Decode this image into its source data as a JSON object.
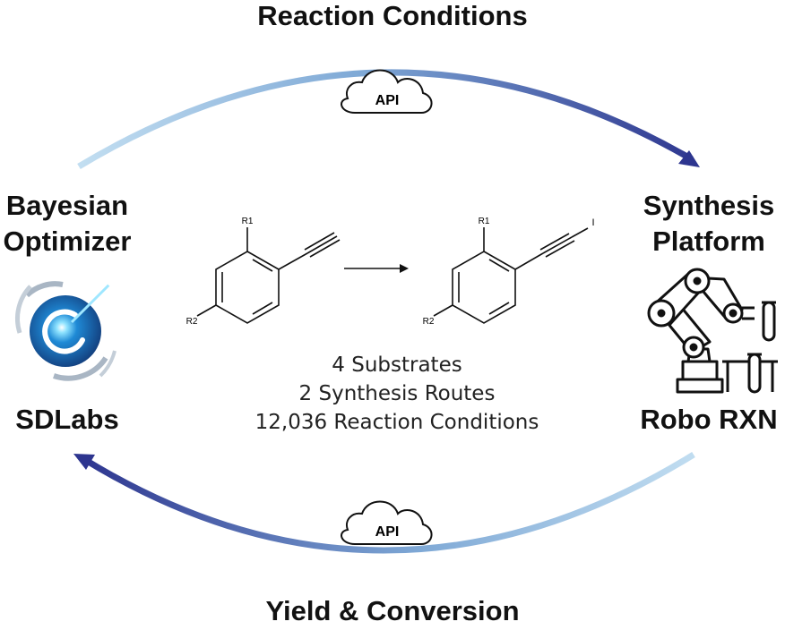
{
  "title_top": "Reaction Conditions",
  "title_bottom": "Yield & Conversion",
  "left": {
    "line1": "Bayesian",
    "line2": "Optimizer",
    "brand": "SDLabs"
  },
  "right": {
    "line1": "Synthesis",
    "line2": "Platform",
    "brand": "Robo RXN"
  },
  "api_top": "API",
  "api_bottom": "API",
  "summary": [
    "4 Substrates",
    "2 Synthesis Routes",
    "12,036 Reaction Conditions"
  ],
  "reaction": {
    "reactant_substituents": [
      "R1",
      "R2"
    ],
    "product_substituents": [
      "R1",
      "R2"
    ],
    "product_group": "I"
  },
  "colors": {
    "arrow_light": "#b9d8ee",
    "arrow_dark": "#2d358f",
    "logo_blue": "#1f78c1"
  }
}
